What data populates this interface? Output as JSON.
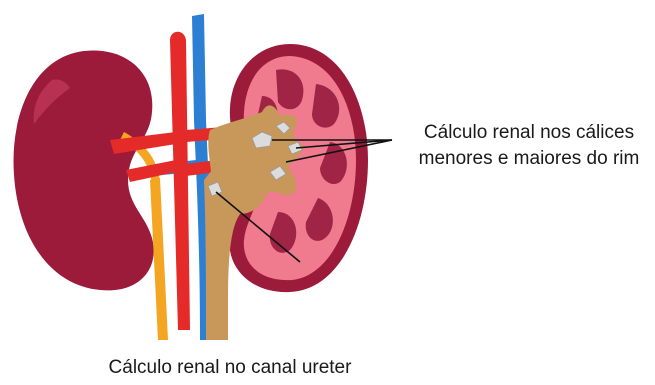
{
  "labels": {
    "calyces_line1": "Cálculo renal nos cálices",
    "calyces_line2": "menores e maiores do rim",
    "ureter": "Cálculo renal no canal ureter"
  },
  "colors": {
    "kidney_outer": "#9c1b3a",
    "kidney_highlight": "#c23a5c",
    "kidney_cortex": "#f07a8e",
    "kidney_pyramid": "#a02446",
    "pelvis_urine": "#c8975a",
    "artery": "#e52a2a",
    "vein": "#2d7fd3",
    "ureter_yellow": "#f4a521",
    "stone": "#dcdcdc",
    "pointer_line": "#111111"
  },
  "icons": [
    "kidney-left-icon",
    "kidney-cross-section-icon",
    "kidney-stone-icon"
  ]
}
